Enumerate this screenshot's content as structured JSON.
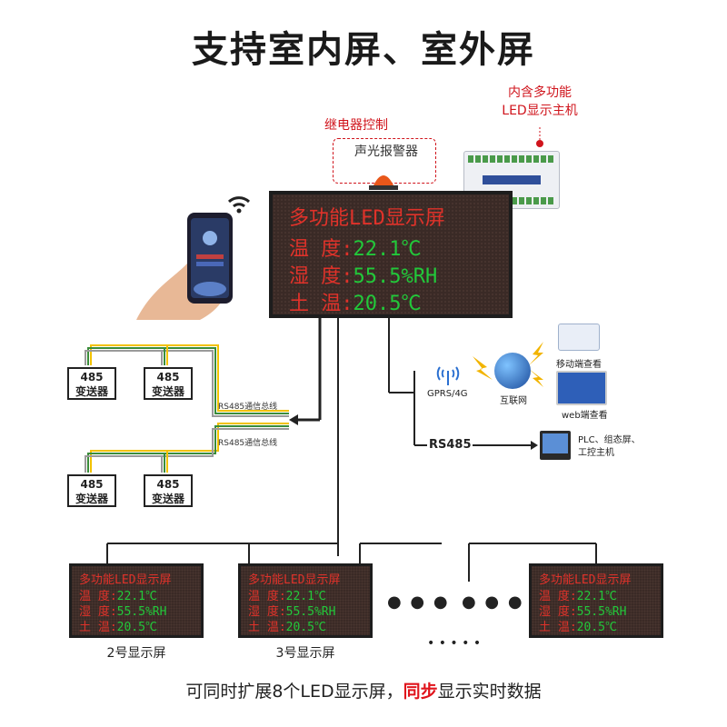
{
  "title": "支持室内屏、室外屏",
  "host_note": [
    "内含多功能",
    "LED显示主机"
  ],
  "relay_note": "继电器控制",
  "alarm_note": "声光报警器",
  "main_screen": {
    "header": "多功能LED显示屏",
    "rows": [
      {
        "label": "温  度:",
        "value": "22.1℃"
      },
      {
        "label": "湿  度:",
        "value": "55.5%RH"
      },
      {
        "label": "土  温:",
        "value": "20.5℃"
      }
    ]
  },
  "transmitters": [
    {
      "line1": "485",
      "line2": "变送器"
    },
    {
      "line1": "485",
      "line2": "变送器"
    },
    {
      "line1": "485",
      "line2": "变送器"
    },
    {
      "line1": "485",
      "line2": "变送器"
    }
  ],
  "bus_label": "RS485通信总线",
  "network": {
    "gprs": "GPRS/4G",
    "internet": "互联网",
    "mobile": "移动端查看",
    "web": "web端查看",
    "rs485": "RS485",
    "plc": [
      "PLC、组态屏、",
      "工控主机"
    ]
  },
  "small_screens": [
    {
      "header": "多功能LED显示屏",
      "rows": [
        {
          "label": "温  度:",
          "value": "22.1℃"
        },
        {
          "label": "湿  度:",
          "value": "55.5%RH"
        },
        {
          "label": "土  温:",
          "value": "20.5℃"
        }
      ],
      "caption": "2号显示屏"
    },
    {
      "header": "多功能LED显示屏",
      "rows": [
        {
          "label": "温  度:",
          "value": "22.1℃"
        },
        {
          "label": "湿  度:",
          "value": "55.5%RH"
        },
        {
          "label": "土  温:",
          "value": "20.5℃"
        }
      ],
      "caption": "3号显示屏"
    },
    {
      "header": "多功能LED显示屏",
      "rows": [
        {
          "label": "温  度:",
          "value": "22.1℃"
        },
        {
          "label": "湿  度:",
          "value": "55.5%RH"
        },
        {
          "label": "土  温:",
          "value": "20.5℃"
        }
      ],
      "caption": ""
    }
  ],
  "more_dots": "● ● ●",
  "more_dots_2": "● ● ●",
  "more_small_dots": "• • • • •",
  "bottom": {
    "pre": "可同时扩展8个LED显示屏，",
    "highlight": "同步",
    "post": "显示实时数据"
  },
  "colors": {
    "led_red": "#e0322a",
    "led_green": "#22c83a",
    "accent_red": "#d0141c"
  }
}
